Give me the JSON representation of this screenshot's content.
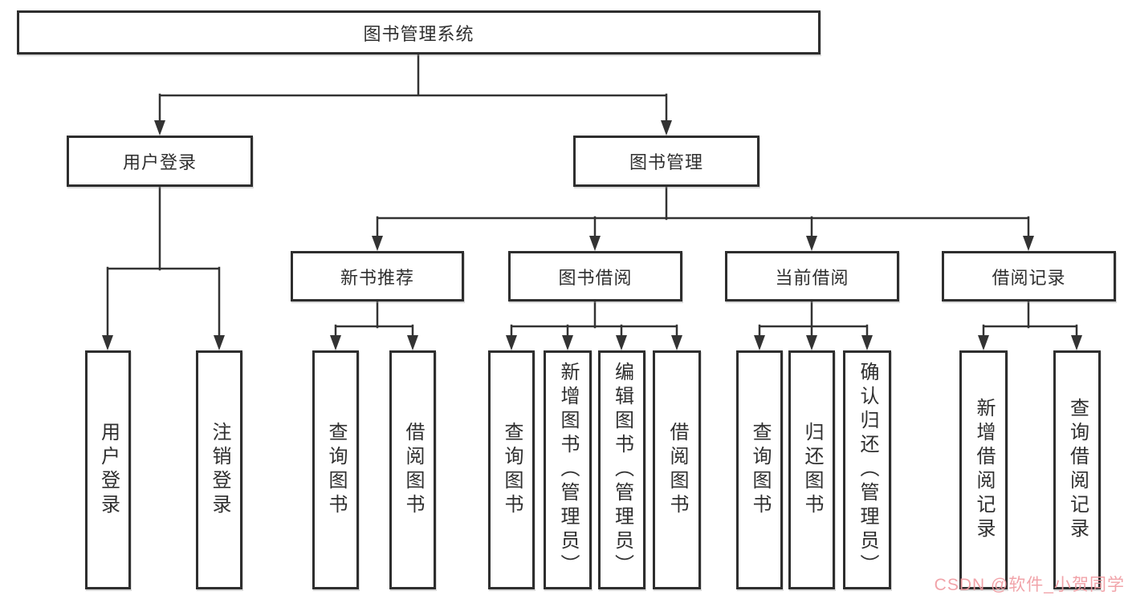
{
  "page": {
    "background": "#ffffff"
  },
  "colors": {
    "line": "#333333",
    "box_border": "#2e2e2e",
    "text": "#2f2f2f",
    "watermark": "#f09aa0"
  },
  "watermark": {
    "text": "CSDN @软件_小贺同学"
  },
  "nodes": {
    "root": {
      "label": "图书管理系统"
    },
    "user_login": {
      "label": "用户登录"
    },
    "book_mgmt": {
      "label": "图书管理"
    },
    "new_book_rec": {
      "label": "新书推荐"
    },
    "book_borrow": {
      "label": "图书借阅"
    },
    "current_borrow": {
      "label": "当前借阅"
    },
    "borrow_record": {
      "label": "借阅记录"
    },
    "ul_login": {
      "label": "用户登录"
    },
    "ul_logout": {
      "label": "注销登录"
    },
    "nb_query": {
      "label": "查询图书"
    },
    "nb_borrow": {
      "label": "借阅图书"
    },
    "bb_query": {
      "label": "查询图书"
    },
    "bb_add": {
      "label": "新增图书（管理员）"
    },
    "bb_edit": {
      "label": "编辑图书（管理员）"
    },
    "bb_borrow": {
      "label": "借阅图书"
    },
    "cb_query": {
      "label": "查询图书"
    },
    "cb_return": {
      "label": "归还图书"
    },
    "cb_confirm": {
      "label": "确认归还（管理员）"
    },
    "br_add": {
      "label": "新增借阅记录"
    },
    "br_query": {
      "label": "查询借阅记录"
    }
  }
}
